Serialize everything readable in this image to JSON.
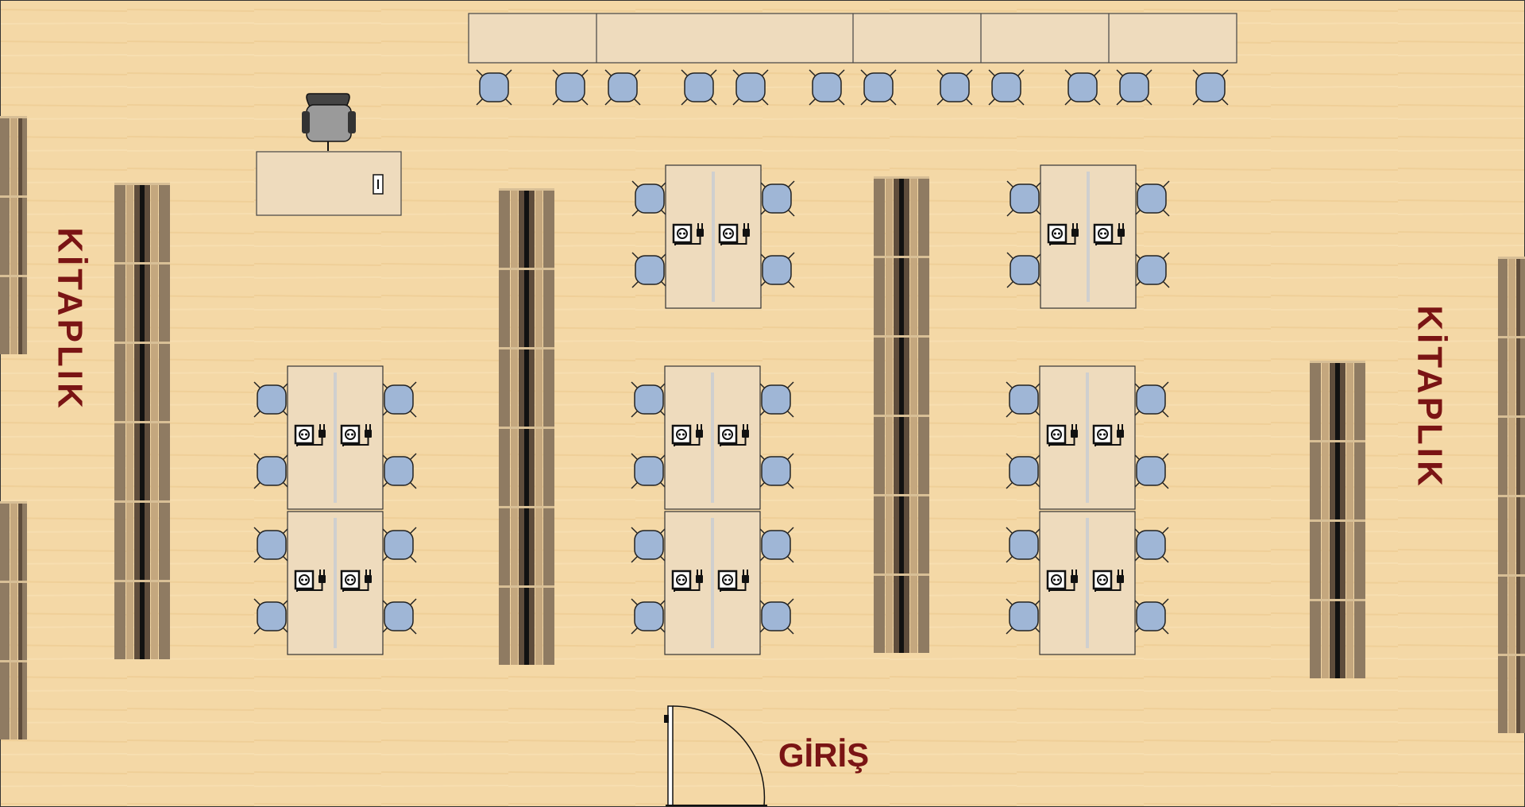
{
  "labels": {
    "bookshelf_left": "KİTAPLIK",
    "bookshelf_right": "KİTAPLIK",
    "entrance": "GİRİŞ"
  },
  "colors": {
    "floor": "#f4d8a6",
    "table": "#eedbbd",
    "chair": "#9fb6d6",
    "shelf": "#8f7b62",
    "label": "#7a1414"
  }
}
